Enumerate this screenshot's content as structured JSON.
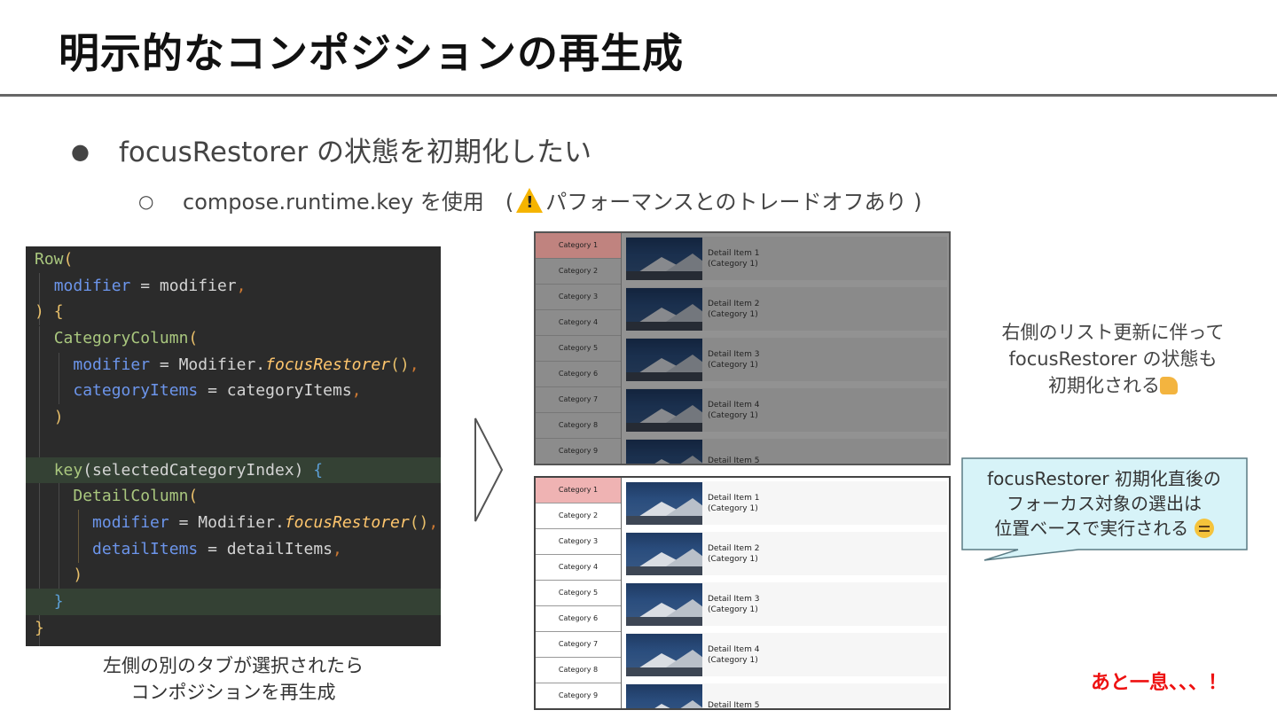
{
  "slide": {
    "title": "明示的なコンポジションの再生成",
    "bullet1": "focusRestorer の状態を初期化したい",
    "bullet2_pre": "compose.runtime.key を使用　(",
    "bullet2_post": "パフォーマンスとのトレードオフあり )",
    "left_caption": [
      "左側の別のタブが選択されたら",
      "コンポジションを再生成"
    ],
    "right_note": [
      "右側のリスト更新に伴って",
      "focusRestorer の状態も",
      "初期化される"
    ],
    "callout": [
      "focusRestorer 初期化直後の",
      "フォーカス対象の選出は",
      "位置ベースで実行される"
    ],
    "almost_there": "あと一息、、、！"
  },
  "code": {
    "lines": [
      "Row(",
      "  modifier = modifier,",
      ") {",
      "  CategoryColumn(",
      "    modifier = Modifier.focusRestorer(),",
      "    categoryItems = categoryItems,",
      "  )",
      "",
      "  key(selectedCategoryIndex) {",
      "    DetailColumn(",
      "      modifier = Modifier.focusRestorer(),",
      "      detailItems = detailItems,",
      "    )",
      "  }",
      "}"
    ]
  },
  "app": {
    "categories": [
      "Category 1",
      "Category 2",
      "Category 3",
      "Category 4",
      "Category 5",
      "Category 6",
      "Category 7",
      "Category 8",
      "Category 9"
    ],
    "details": [
      [
        "Detail Item 1",
        "(Category 1)"
      ],
      [
        "Detail Item 2",
        "(Category 1)"
      ],
      [
        "Detail Item 3",
        "(Category 1)"
      ],
      [
        "Detail Item 4",
        "(Category 1)"
      ],
      [
        "Detail Item 5",
        ""
      ]
    ]
  },
  "colors": {
    "code_bg": "#2b2b2b",
    "selected_dim": "#c0837f",
    "selected": "#efb3b3",
    "callout_bg": "#d7f3f8",
    "emphasis": "#ee1111"
  }
}
